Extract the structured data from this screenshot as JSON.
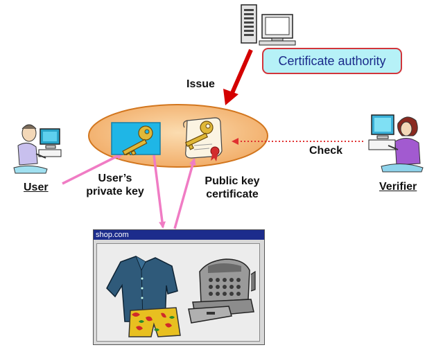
{
  "ca": {
    "label": "Certificate authority"
  },
  "labels": {
    "issue": "Issue",
    "check": "Check",
    "user": "User",
    "verifier": "Verifier",
    "private_key": [
      "User’s",
      "private key"
    ],
    "public_key_cert": [
      "Public key",
      "certificate"
    ]
  },
  "shop": {
    "title": "shop.com"
  },
  "colors": {
    "ellipse_fill": "#f6c184",
    "ellipse_stroke": "#d2761e",
    "arrow_pink": "#f07cc4",
    "arrow_red": "#d40000",
    "ca_fill": "#b6f1f7",
    "ca_border": "#d2343a",
    "titlebar": "#1c2c8c"
  }
}
